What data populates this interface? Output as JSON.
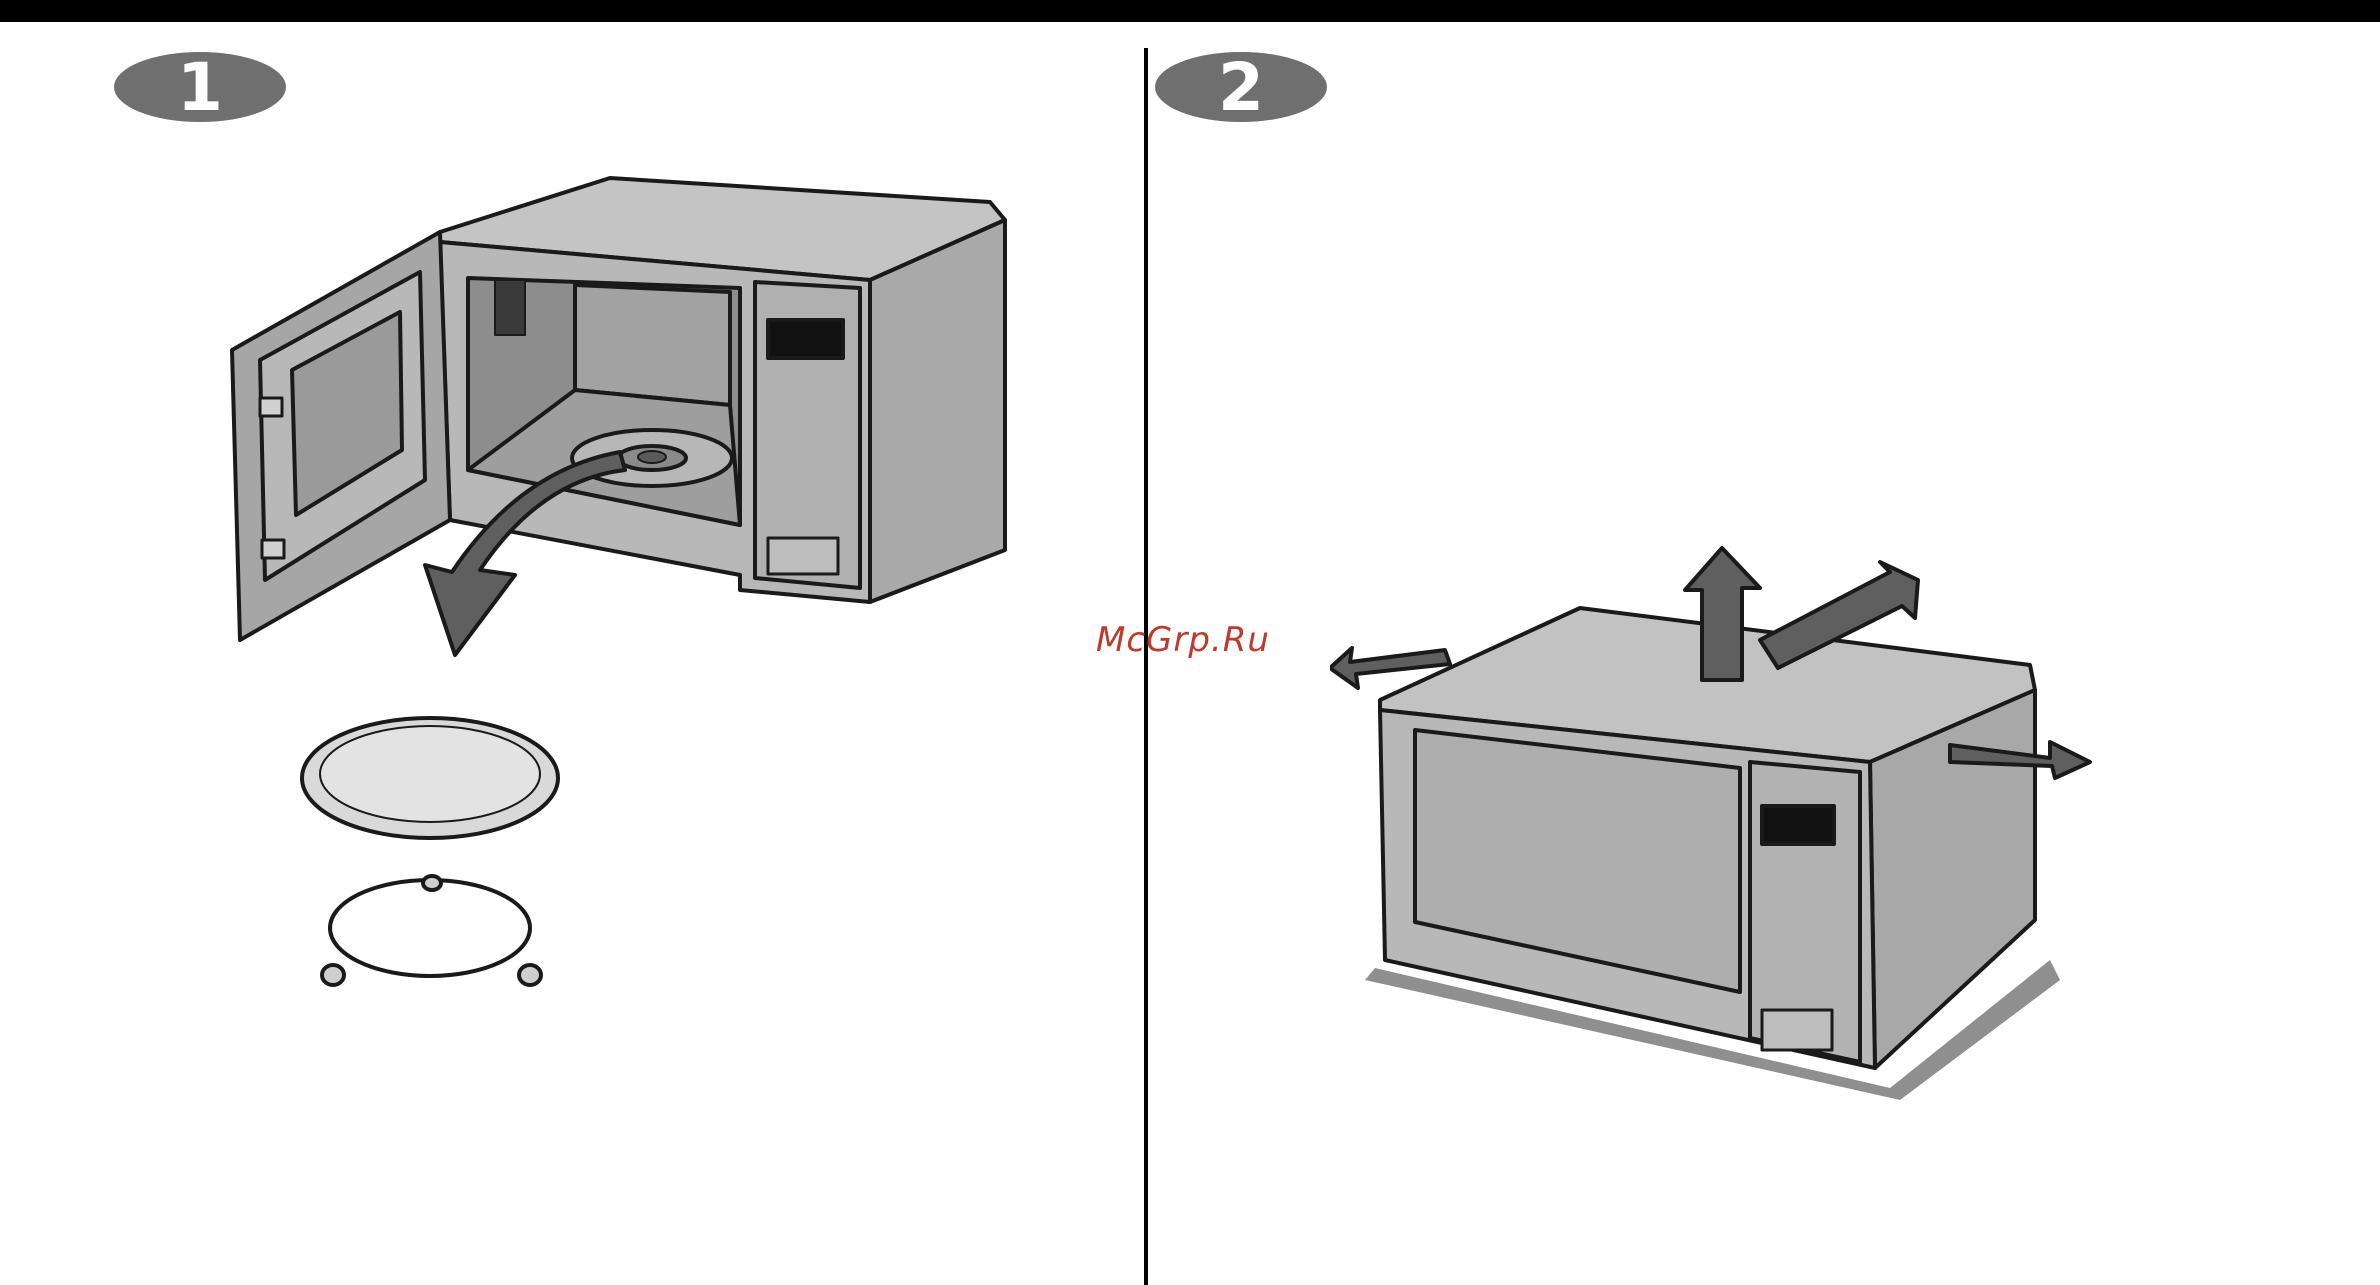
{
  "steps": [
    {
      "number": "1"
    },
    {
      "number": "2"
    }
  ],
  "watermark": "McGrp.Ru",
  "colors": {
    "badge": "#6f6f6f",
    "body_fill": "#b8b8b8",
    "dark_fill": "#5f5f5f",
    "outline": "#1a1a1a",
    "watermark": "#c0392b"
  },
  "icons": {
    "arrow_remove": "curved-arrow-icon",
    "arrow_clearance": "clearance-arrow-icon"
  }
}
